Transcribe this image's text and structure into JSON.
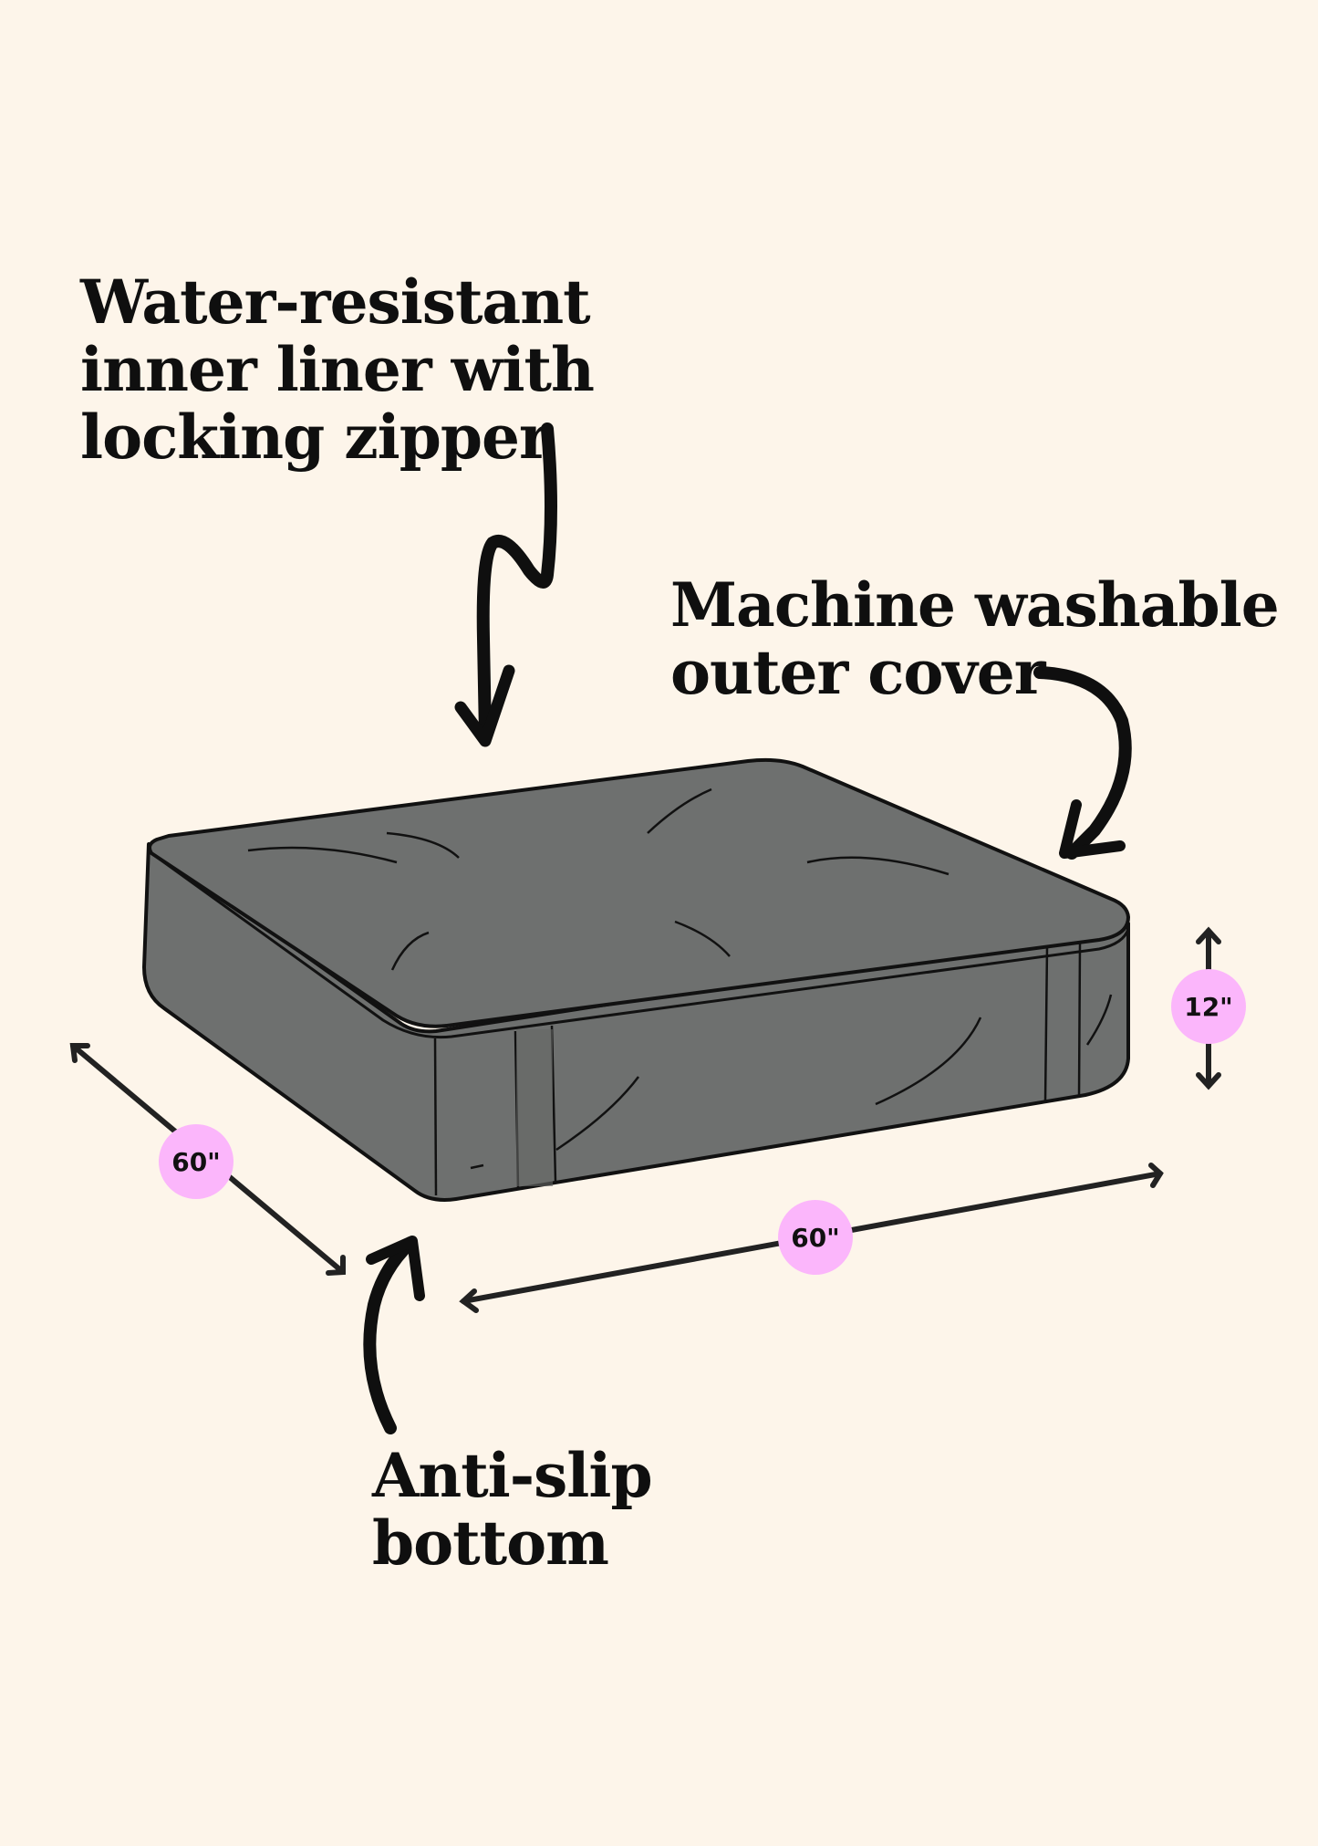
{
  "colors": {
    "background": "#fdf5ea",
    "cushion_fill": "#6e706f",
    "cushion_stroke": "#111111",
    "badge": "#fbb6fb",
    "text": "#0f0f0f",
    "dimension_arrow": "#222222"
  },
  "callouts": {
    "liner": {
      "lines": [
        "Water-resistant",
        "inner liner with",
        "locking zipper"
      ],
      "arrow": "squiggle-down-arrow"
    },
    "cover": {
      "lines": [
        "Machine washable",
        "outer cover"
      ],
      "arrow": "curved-down-arrow"
    },
    "bottom": {
      "lines": [
        "Anti-slip",
        "bottom"
      ],
      "arrow": "curved-up-arrow"
    }
  },
  "dimensions": {
    "height": {
      "value": "12\""
    },
    "depth": {
      "value": "60\""
    },
    "width": {
      "value": "60\""
    }
  },
  "product": {
    "name": "floor cushion"
  }
}
